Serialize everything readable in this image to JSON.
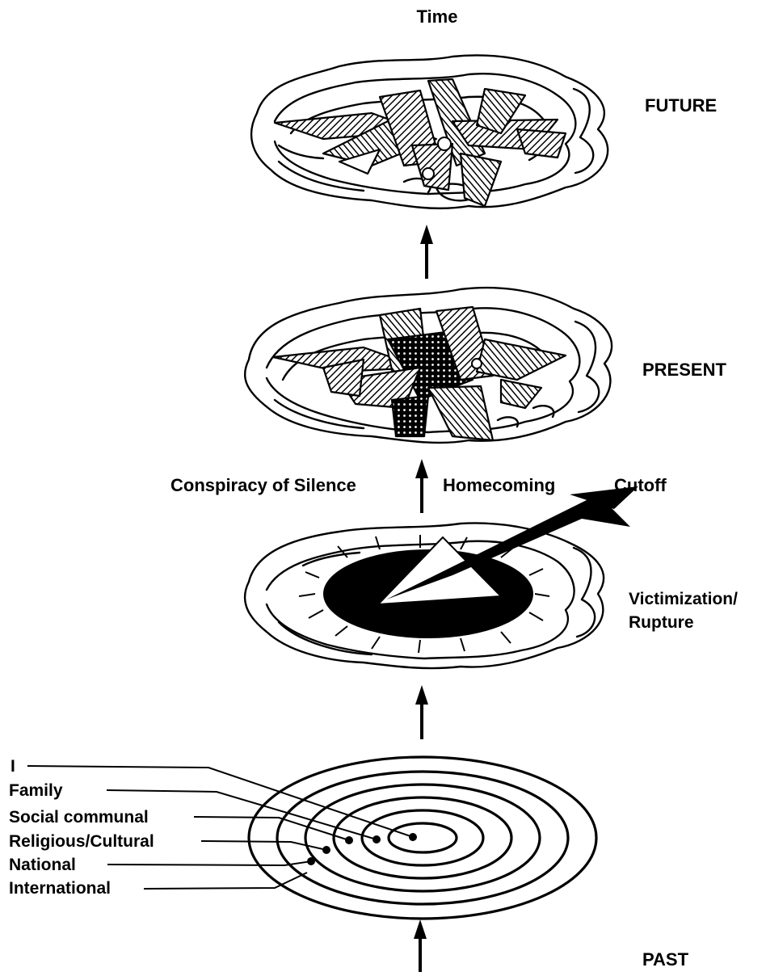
{
  "title": "Time",
  "stages": {
    "future": "FUTURE",
    "present": "PRESENT",
    "victimization": [
      "Victimization/",
      "Rupture"
    ],
    "past": "PAST"
  },
  "transitions": {
    "left": "Conspiracy of Silence",
    "right": "Homecoming",
    "cutoff": "Cutoff"
  },
  "levels": [
    "I",
    "Family",
    "Social communal",
    "Religious/Cultural",
    "National",
    "International"
  ]
}
